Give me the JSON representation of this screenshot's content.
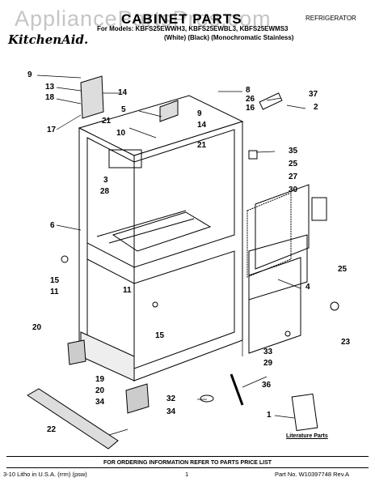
{
  "watermark": "AppliancePartsPros.com",
  "header": {
    "title": "CABINET PARTS",
    "appliance_type": "REFRIGERATOR",
    "brand": "KitchenAid.",
    "models": "For Models: KBFS25EWWH3, KBFS25EWBL3, KBFS25EWMS3",
    "colors": "(White)        (Black) (Monochromatic Stainless)"
  },
  "callouts": [
    "9",
    "13",
    "14",
    "18",
    "17",
    "21",
    "5",
    "8",
    "26",
    "16",
    "37",
    "2",
    "9",
    "14",
    "10",
    "21",
    "35",
    "25",
    "27",
    "30",
    "3",
    "28",
    "6",
    "15",
    "11",
    "4",
    "25",
    "23",
    "11",
    "15",
    "20",
    "33",
    "29",
    "19",
    "20",
    "34",
    "36",
    "32",
    "34",
    "22",
    "1"
  ],
  "literature_label": "Literature Parts",
  "footer": {
    "note": "FOR ORDERING INFORMATION REFER TO PARTS PRICE LIST",
    "left": "3-10 Litho in U.S.A. (rrm) (psw)",
    "page": "1",
    "part_no": "Part No. W10397748 Rev.A"
  }
}
